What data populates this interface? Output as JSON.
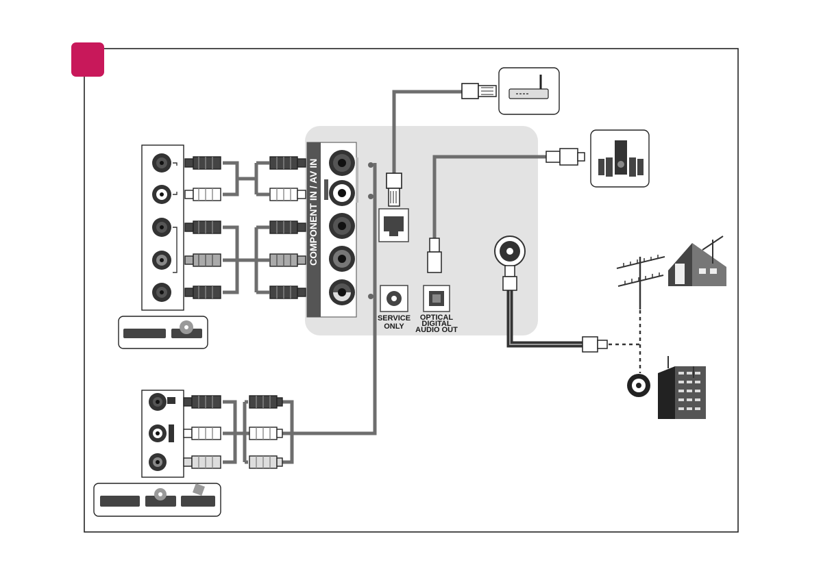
{
  "panel": {
    "component_label": "COMPONENT IN / AV IN",
    "service_label_1": "SERVICE",
    "service_label_2": "ONLY",
    "optical_label_1": "OPTICAL",
    "optical_label_2": "DIGITAL",
    "optical_label_3": "AUDIO OUT"
  },
  "colors": {
    "accent": "#c8185a",
    "panel_bg": "#e3e3e3",
    "cable": "#6e6e6e",
    "frame": "#222222"
  },
  "icons": [
    "step-badge-icon",
    "router-icon",
    "speaker-system-icon",
    "house-antenna-icon",
    "building-antenna-icon",
    "dvd-player-icon",
    "vcr-icon",
    "coax-wall-plug-icon"
  ]
}
